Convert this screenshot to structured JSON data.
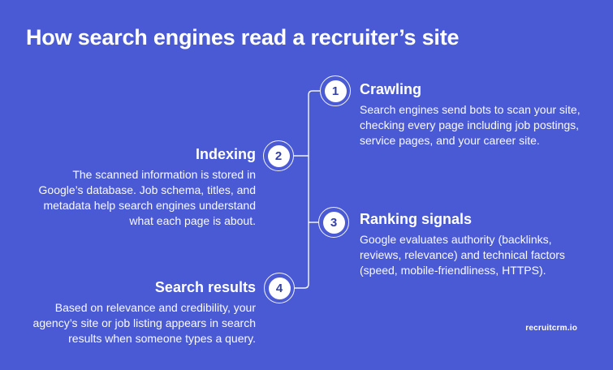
{
  "page": {
    "title": "How search engines read a recruiter’s site",
    "watermark": "recruitcrm.io"
  },
  "colors": {
    "background": "#4a5ad4",
    "text": "#ffffff",
    "circle_fill": "#ffffff",
    "circle_number": "#3240a8"
  },
  "steps": [
    {
      "number": "1",
      "title": "Crawling",
      "description": "Search engines send bots to scan your site,\nchecking every page including job postings,\nservice pages, and your career site.",
      "side": "right"
    },
    {
      "number": "2",
      "title": "Indexing",
      "description": "The scanned information is stored in\nGoogle’s database. Job schema, titles, and\nmetadata help search engines understand\nwhat each page is about.",
      "side": "left"
    },
    {
      "number": "3",
      "title": "Ranking signals",
      "description": "Google evaluates authority (backlinks,\nreviews, relevance) and technical factors\n(speed, mobile-friendliness, HTTPS).",
      "side": "right"
    },
    {
      "number": "4",
      "title": "Search results",
      "description": "Based on relevance and credibility, your\nagency’s site or job listing appears in search\nresults when someone types a query.",
      "side": "left"
    }
  ]
}
